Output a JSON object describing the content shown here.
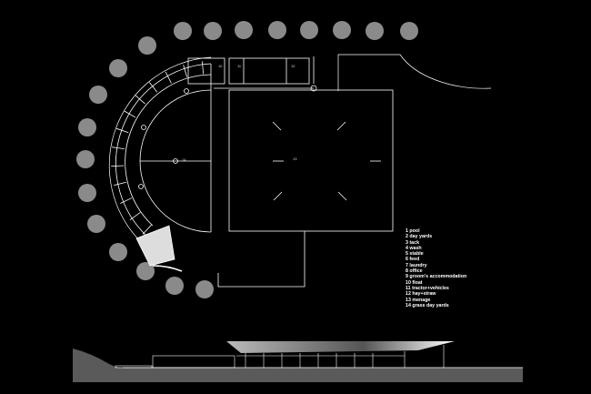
{
  "legend": [
    "1 pool",
    "2 day yards",
    "3 tack",
    "4 wash",
    "5 stable",
    "6 feed",
    "7 laundry",
    "8 office",
    "9 groom's accommodation",
    "10 float",
    "11 tractor+vehicles",
    "12 hay+straw",
    "13 menage",
    "14 grass day yards"
  ],
  "plan_labels": {
    "grass_day_yards": "14",
    "menage": "13",
    "float": "10",
    "tractor": "11",
    "hay": "12"
  },
  "colors": {
    "background": "#000000",
    "lines": "#ffffff",
    "trees": "#8a8a8a",
    "ground": "#5a5a5a"
  }
}
